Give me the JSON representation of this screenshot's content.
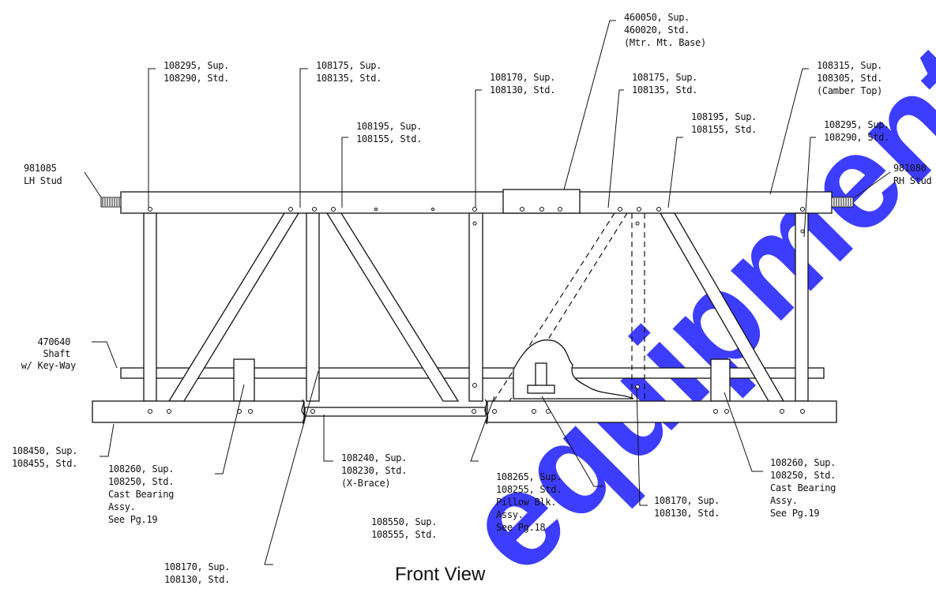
{
  "title": "Front View",
  "watermark": "equipment.com",
  "labels": {
    "motor_mount_base": [
      "460050, Sup.",
      "460020, Std.",
      "(Mtr. Mt. Base)"
    ],
    "brace_108295_left": [
      "108295, Sup.",
      "108290, Std."
    ],
    "brace_108175_left": [
      "108175, Sup.",
      "108135, Std."
    ],
    "post_108170_top": [
      "108170, Sup.",
      "108130, Std."
    ],
    "brace_108175_right": [
      "108175, Sup.",
      "108135, Std."
    ],
    "camber_top": [
      "108315, Sup.",
      "108305, Std.",
      "(Camber Top)"
    ],
    "brace_108195_left": [
      "108195, Sup.",
      "108155, Std."
    ],
    "brace_108195_right": [
      "108195, Sup.",
      "108155, Std."
    ],
    "brace_108295_right": [
      "108295, Sup.",
      "108290, Std."
    ],
    "lh_stud": [
      "981085",
      "LH Stud"
    ],
    "rh_stud": [
      "981080",
      "RH Stud"
    ],
    "shaft": [
      "470640",
      "Shaft",
      "w/ Key-Way"
    ],
    "bottom_rail": [
      "108450, Sup.",
      "108455, Std."
    ],
    "cast_bearing_left": [
      "108260, Sup.",
      "108250, Std.",
      "Cast Bearing",
      "Assy.",
      "See Pg.19"
    ],
    "x_brace": [
      "108240, Sup.",
      "108230, Std.",
      "(X-Brace)"
    ],
    "pillow_block": [
      "108265, Sup.",
      "108255, Std.",
      "Pillow Blk.",
      "Assy.",
      "See Pg.18"
    ],
    "bottom_108550": [
      "108550, Sup.",
      "108555, Std."
    ],
    "post_108170_bottom_right": [
      "108170, Sup.",
      "108130, Std."
    ],
    "cast_bearing_right": [
      "108260, Sup.",
      "108250, Std.",
      "Cast Bearing",
      "Assy.",
      "See Pg.19"
    ],
    "post_108170_bottom_left": [
      "108170, Sup.",
      "108130, Std."
    ]
  }
}
